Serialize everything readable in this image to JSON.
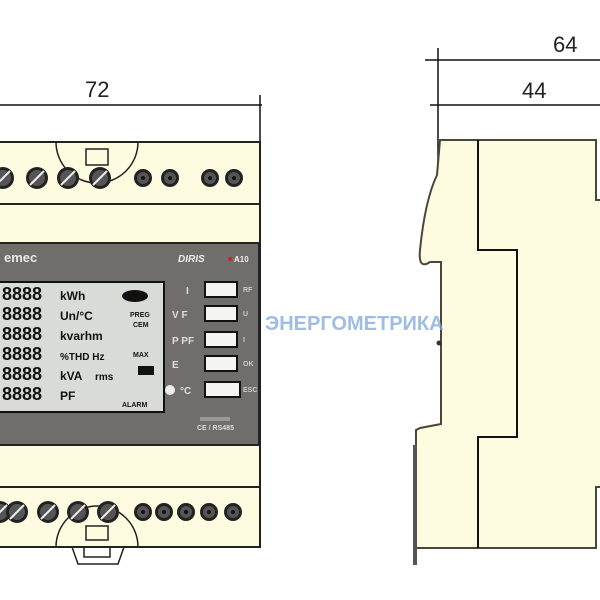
{
  "front_view": {
    "width_dimension": "72",
    "brand_fragment": "emec",
    "model": "DIRIS A10",
    "model_parts": [
      "DIRIS",
      "A10"
    ],
    "lcd": {
      "digits": [
        "8888",
        "8888",
        "8888",
        "8888",
        "8888",
        "8888"
      ],
      "units": [
        "kWh",
        "Un/°C",
        "kvarhm",
        "%THD Hz",
        "kVA",
        "PF"
      ],
      "tags": [
        "PREG",
        "CEM",
        "MAX",
        "ALARM",
        "rms"
      ]
    },
    "button_labels_left": [
      "I",
      "V F",
      "P PF",
      "E",
      "°C"
    ],
    "button_labels_right": [
      "RF",
      "U",
      "I",
      "OK",
      "ESC"
    ],
    "footer_text": "CE / RS485"
  },
  "side_view": {
    "overall_depth_dimension": "64",
    "depth_dimension": "44"
  },
  "watermark": "ЭНЕРГОМЕТРИКА",
  "colors": {
    "body": "#fdfbe0",
    "panel": "#6f6e6a",
    "lcd": "#d9dcd6",
    "watermark": "#7fa6dc"
  }
}
